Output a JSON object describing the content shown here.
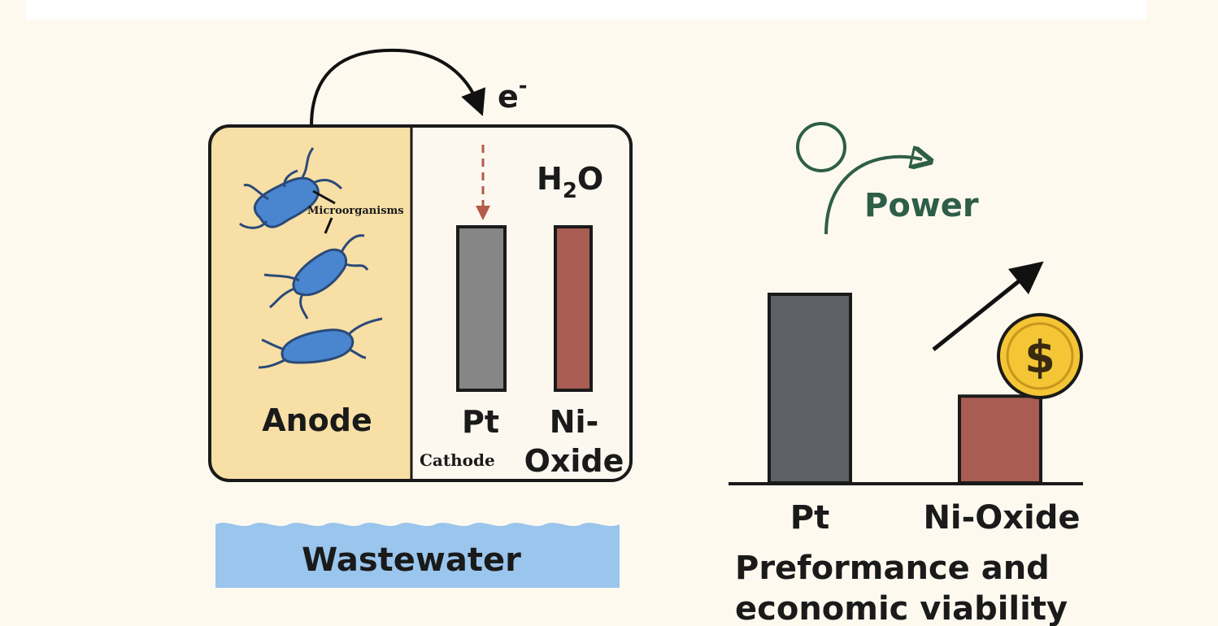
{
  "cell": {
    "electron_label": "e",
    "electron_superscript": "-",
    "anode_label": "Anode",
    "microorganisms_label": "Microorganisms",
    "cathode_label": "Cathode",
    "water_label": "H",
    "water_subscript": "2",
    "water_suffix": "O",
    "pt_label": "Pt",
    "nioxide_label_line1": "Ni-",
    "nioxide_label_line2": "Oxide"
  },
  "wastewater": {
    "label": "Wastewater"
  },
  "power": {
    "label": "Power"
  },
  "comparison": {
    "categories": [
      "Pt",
      "Ni-Oxide"
    ],
    "relative_heights": [
      1.0,
      0.46
    ],
    "bar_colors": [
      "#5f6066",
      "#a85c52"
    ],
    "currency_symbol": "$",
    "caption_line1": "Preformance and",
    "caption_line2": "economic viability"
  },
  "colors": {
    "anode_fill": "#f7dfa6",
    "cathode_fill": "#fcf8f0",
    "bacteria": "#4a86cf",
    "pt_electrode": "#868686",
    "nioxide_electrode": "#a85c52",
    "power_green": "#2e5e47",
    "wastewater": "#9ac5ec",
    "coin": "#f4c535"
  }
}
